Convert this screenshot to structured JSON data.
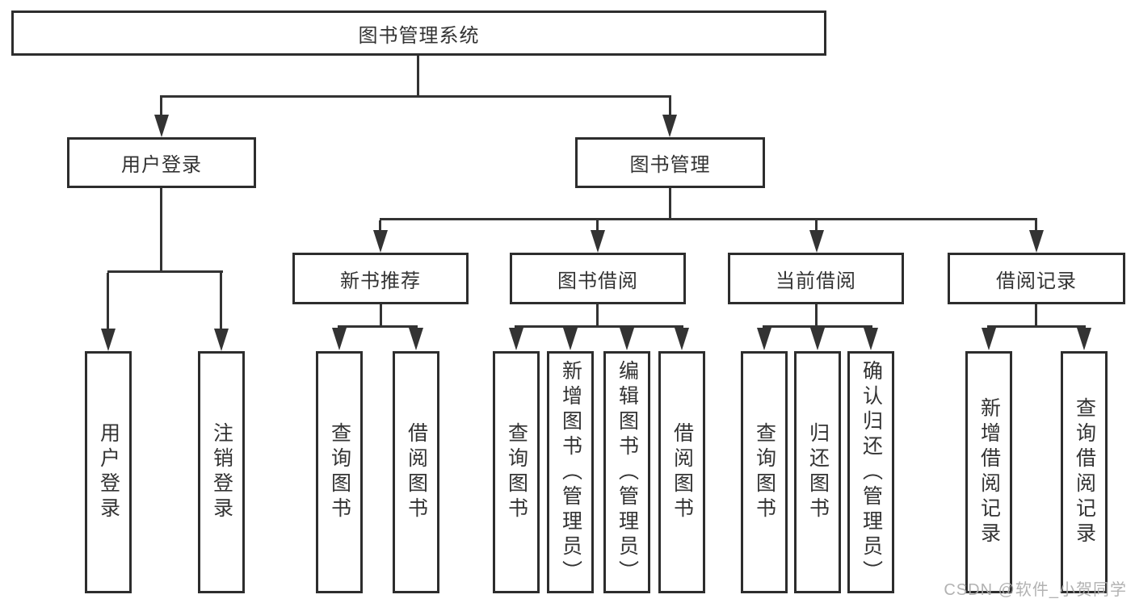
{
  "colors": {
    "line": "#333333",
    "box_border": "#2d2d2d",
    "text": "#333333",
    "background": "#ffffff",
    "watermark": "#ababab"
  },
  "watermark": {
    "text": "CSDN @软件_小贺同学"
  },
  "tree": {
    "label": "图书管理系统",
    "children": [
      {
        "label": "用户登录",
        "children": [
          {
            "label": "用户登录"
          },
          {
            "label": "注销登录"
          }
        ]
      },
      {
        "label": "图书管理",
        "children": [
          {
            "label": "新书推荐",
            "children": [
              {
                "label": "查询图书"
              },
              {
                "label": "借阅图书"
              }
            ]
          },
          {
            "label": "图书借阅",
            "children": [
              {
                "label": "查询图书"
              },
              {
                "label": "新增图书（管理员）"
              },
              {
                "label": "编辑图书（管理员）"
              },
              {
                "label": "借阅图书"
              }
            ]
          },
          {
            "label": "当前借阅",
            "children": [
              {
                "label": "查询图书"
              },
              {
                "label": "归还图书"
              },
              {
                "label": "确认归还（管理员）"
              }
            ]
          },
          {
            "label": "借阅记录",
            "children": [
              {
                "label": "新增借阅记录"
              },
              {
                "label": "查询借阅记录"
              }
            ]
          }
        ]
      }
    ]
  }
}
